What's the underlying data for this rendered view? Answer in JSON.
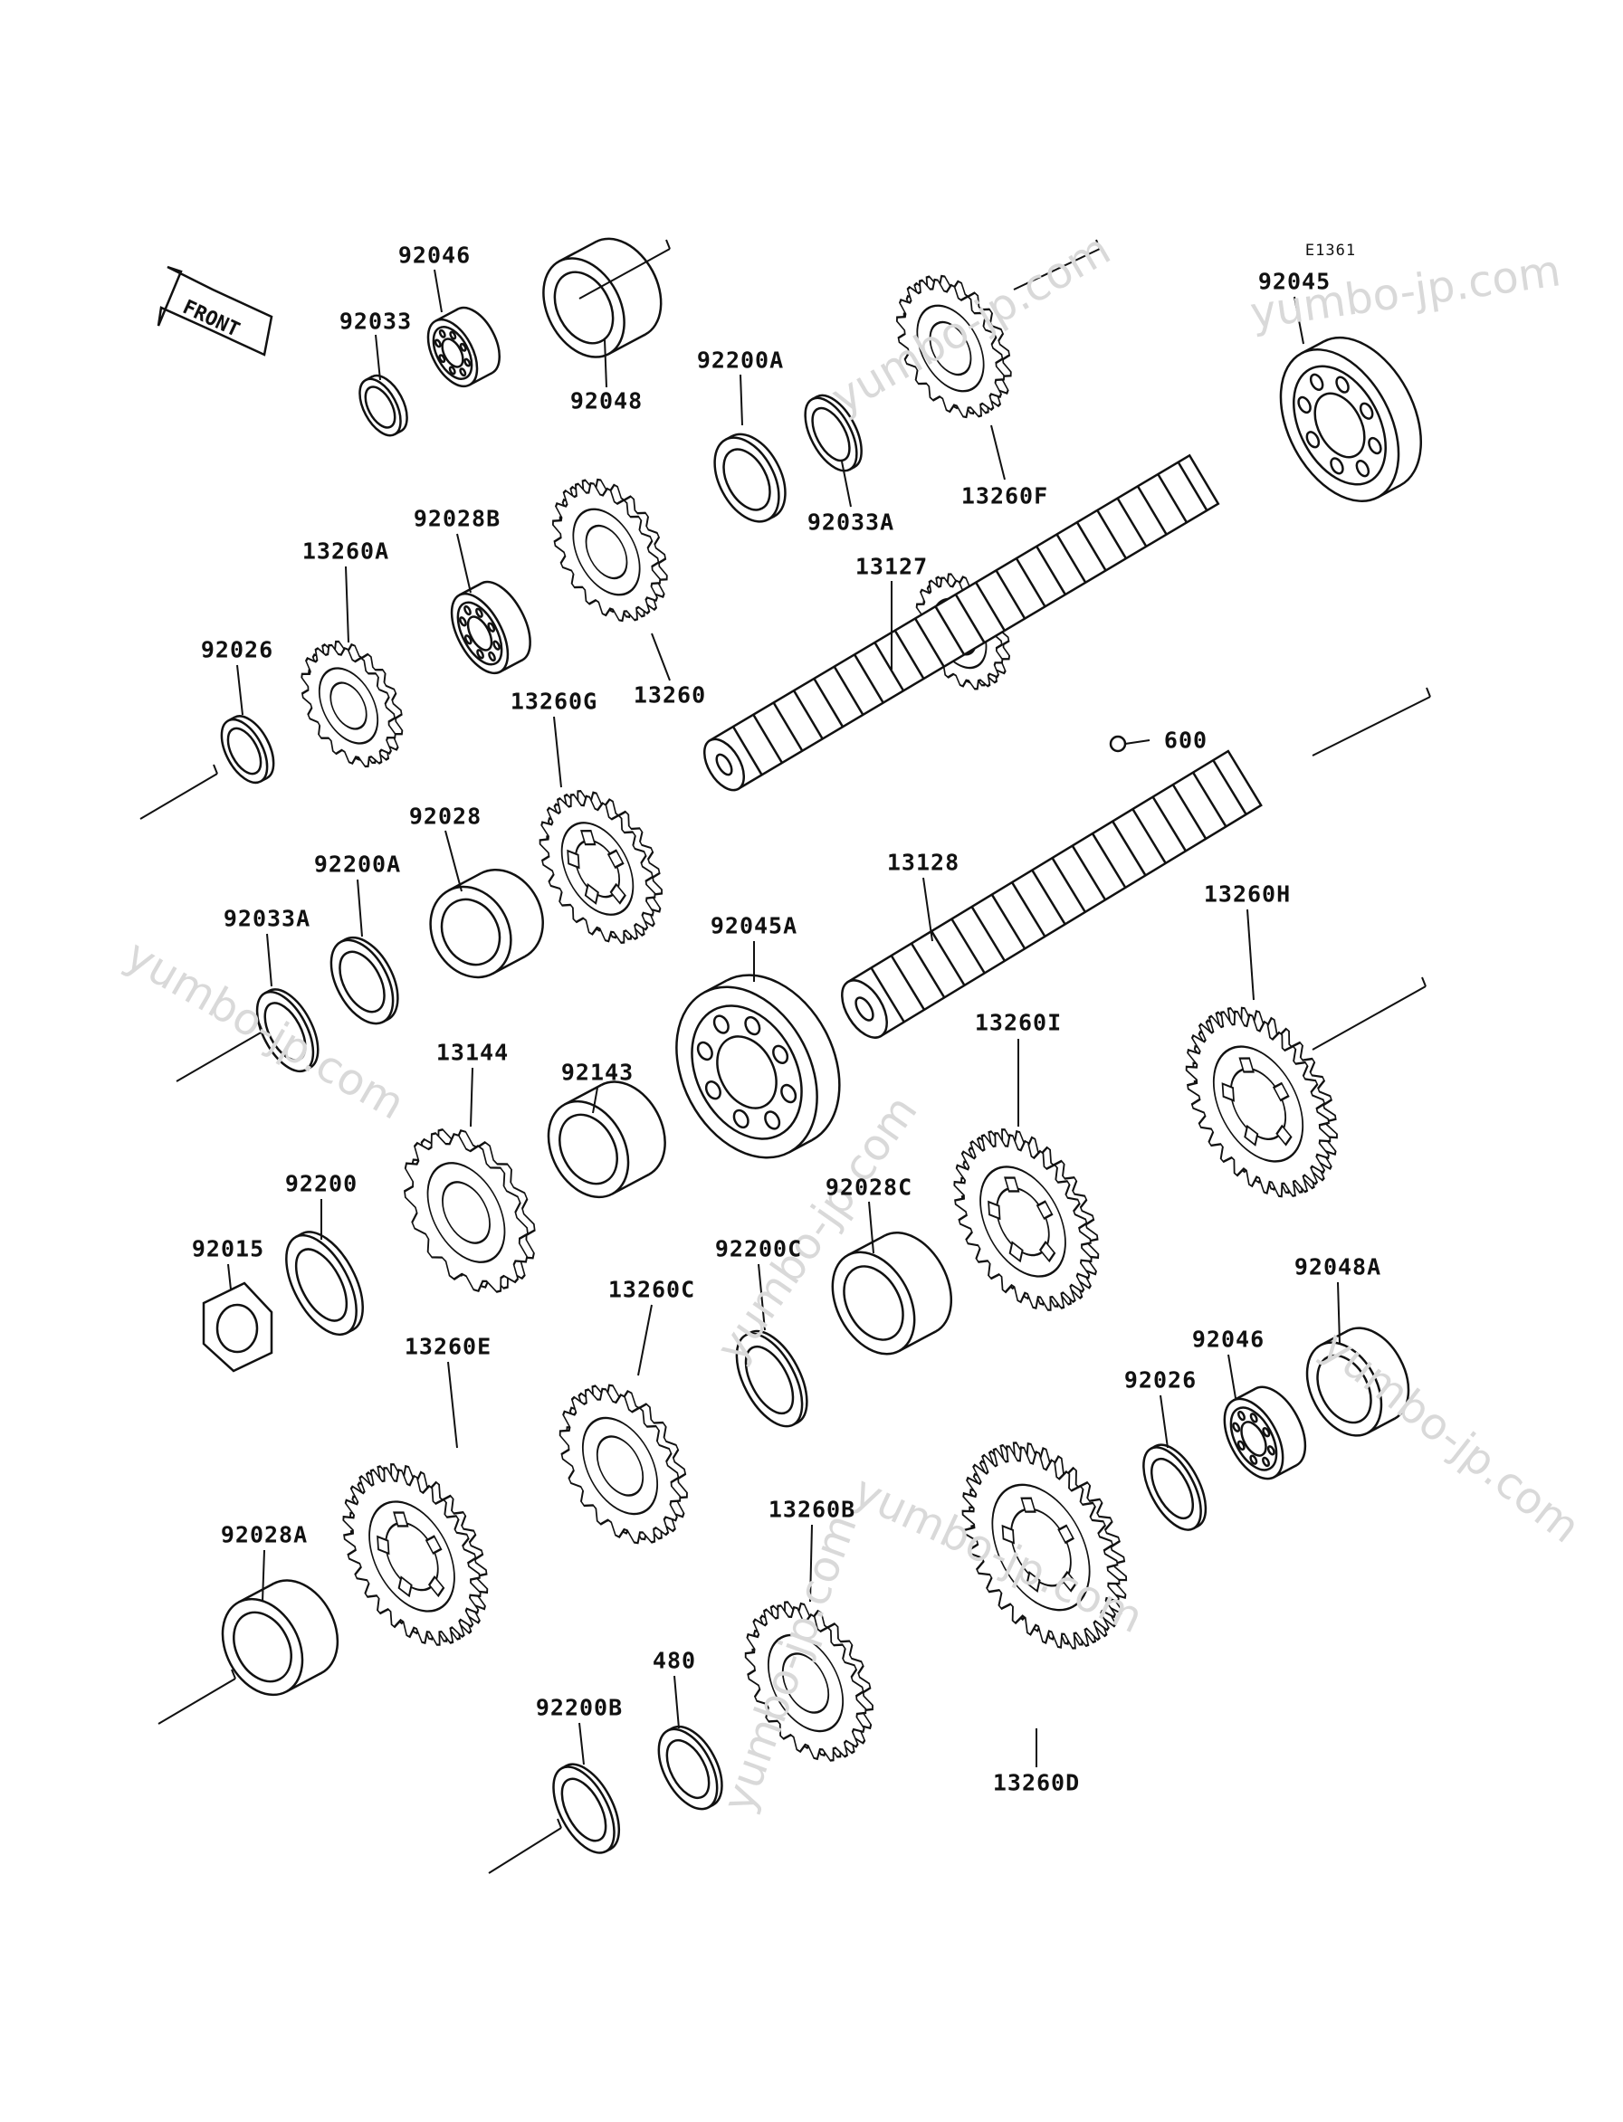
{
  "diagram_code": "E1361",
  "front_label": "FRONT",
  "watermark": "yumbo-jp.com",
  "parts": [
    {
      "id": "p0",
      "label": "92046"
    },
    {
      "id": "p1",
      "label": "92033"
    },
    {
      "id": "p2",
      "label": "92048"
    },
    {
      "id": "p3",
      "label": "92200A"
    },
    {
      "id": "p4",
      "label": "92033A"
    },
    {
      "id": "p5",
      "label": "13260F"
    },
    {
      "id": "p6",
      "label": "92045"
    },
    {
      "id": "p7",
      "label": "92028B"
    },
    {
      "id": "p8",
      "label": "13260A"
    },
    {
      "id": "p9",
      "label": "13127"
    },
    {
      "id": "p10",
      "label": "92026"
    },
    {
      "id": "p11",
      "label": "13260"
    },
    {
      "id": "p12",
      "label": "13260G"
    },
    {
      "id": "p13",
      "label": "600"
    },
    {
      "id": "p14",
      "label": "92028"
    },
    {
      "id": "p15",
      "label": "92200A"
    },
    {
      "id": "p16",
      "label": "13128"
    },
    {
      "id": "p17",
      "label": "13260H"
    },
    {
      "id": "p18",
      "label": "92033A"
    },
    {
      "id": "p19",
      "label": "92045A"
    },
    {
      "id": "p20",
      "label": "13144"
    },
    {
      "id": "p21",
      "label": "92143"
    },
    {
      "id": "p22",
      "label": "13260I"
    },
    {
      "id": "p23",
      "label": "92200"
    },
    {
      "id": "p24",
      "label": "92028C"
    },
    {
      "id": "p25",
      "label": "92015"
    },
    {
      "id": "p26",
      "label": "92200C"
    },
    {
      "id": "p27",
      "label": "92048A"
    },
    {
      "id": "p28",
      "label": "13260C"
    },
    {
      "id": "p29",
      "label": "92046"
    },
    {
      "id": "p30",
      "label": "13260E"
    },
    {
      "id": "p31",
      "label": "92026"
    },
    {
      "id": "p32",
      "label": "92028A"
    },
    {
      "id": "p33",
      "label": "13260B"
    },
    {
      "id": "p34",
      "label": "480"
    },
    {
      "id": "p35",
      "label": "92200B"
    },
    {
      "id": "p36",
      "label": "13260D"
    }
  ]
}
